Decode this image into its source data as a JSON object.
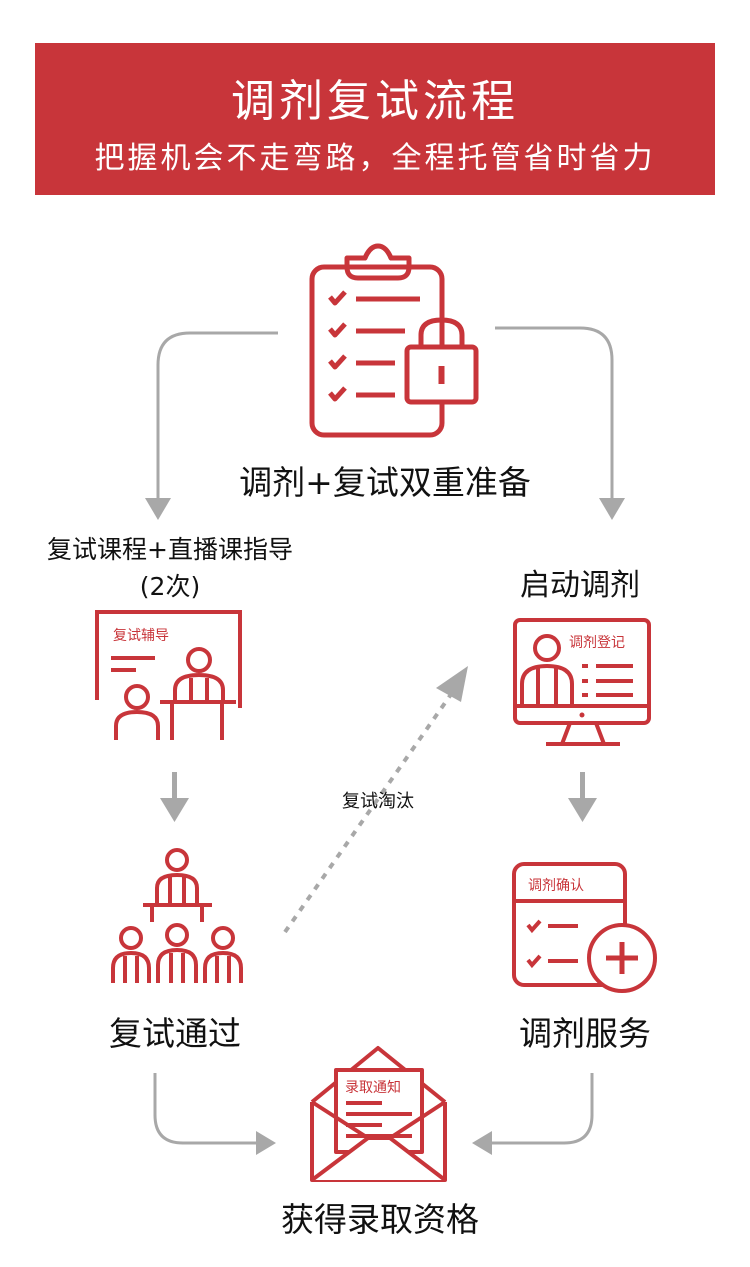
{
  "banner": {
    "title": "调剂复试流程",
    "subtitle": "把握机会不走弯路，全程托管省时省力"
  },
  "nodes": {
    "prep": "调剂+复试双重准备",
    "course_line1": "复试课程+直播课指导",
    "course_line2": "(2次)",
    "course_board": "复试辅导",
    "start": "启动调剂",
    "start_screen": "调剂登记",
    "pass": "复试通过",
    "service": "调剂服务",
    "service_card": "调剂确认",
    "eliminated": "复试淘汰",
    "letter": "录取通知",
    "admit": "获得录取资格"
  },
  "colors": {
    "accent": "#c8353a",
    "arrow": "#a8a8a8"
  }
}
